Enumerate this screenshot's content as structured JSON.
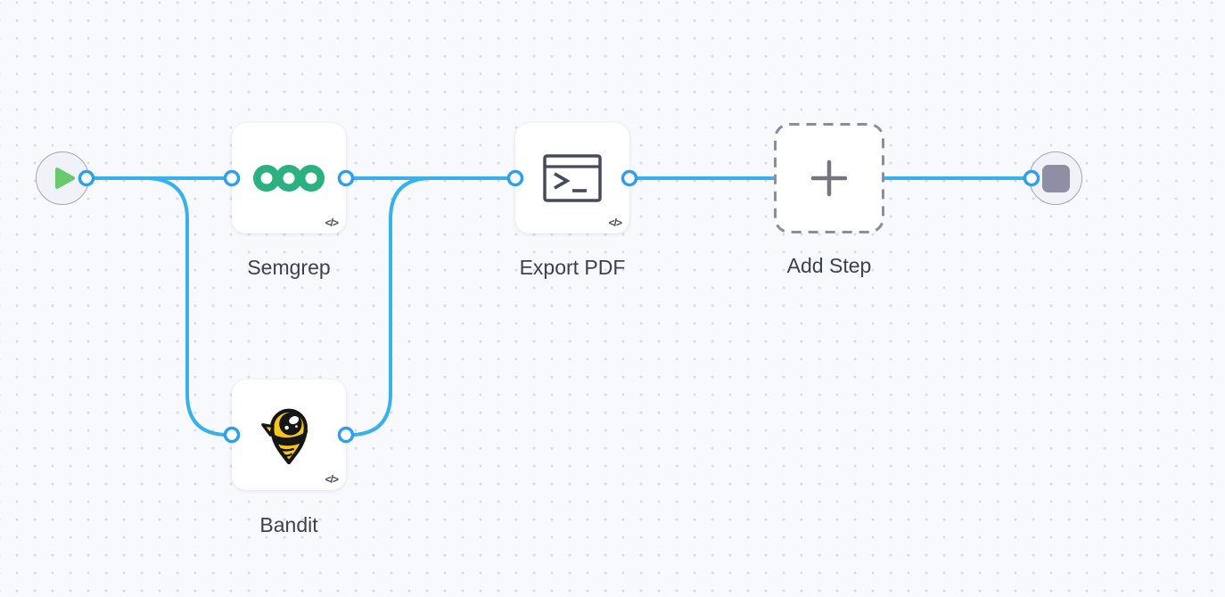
{
  "app": {
    "view": "workflow-canvas"
  },
  "colors": {
    "canvas_bg": "#f8f9fc",
    "dot": "#d7d9e2",
    "edge": "#38b0ec",
    "port_ring": "#2e9fe9",
    "node_bg": "#ffffff",
    "circle_fill": "#f1f1f8",
    "circle_border": "#a5a5ba",
    "play_green": "#69c96f",
    "stop_gray": "#8e8ea4",
    "semgrep_green": "#2bb07f",
    "bandit_yellow": "#f6c71b",
    "bandit_outline": "#161616",
    "terminal_gray": "#454b5b",
    "dashed_border": "#8c8c9e",
    "plus_gray": "#74757f",
    "label": "#3c414e"
  },
  "ui": {
    "code_badge": "</>"
  },
  "nodes": {
    "start": {
      "icon": "play-icon"
    },
    "semgrep": {
      "label": "Semgrep",
      "icon": "semgrep-rings-icon"
    },
    "bandit": {
      "label": "Bandit",
      "icon": "bandit-mascot-icon"
    },
    "export_pdf": {
      "label": "Export PDF",
      "icon": "terminal-icon"
    },
    "add_step": {
      "label": "Add Step",
      "icon": "plus-icon"
    },
    "end": {
      "icon": "stop-icon"
    }
  },
  "workflow": {
    "steps": [
      "Start",
      "Semgrep",
      "Bandit",
      "Export PDF",
      "Add Step",
      "End"
    ],
    "connections": [
      {
        "from": "Start",
        "to": "Semgrep"
      },
      {
        "from": "Start",
        "to": "Bandit"
      },
      {
        "from": "Semgrep",
        "to": "Export PDF"
      },
      {
        "from": "Bandit",
        "to": "Export PDF"
      },
      {
        "from": "Export PDF",
        "to": "End"
      }
    ]
  }
}
